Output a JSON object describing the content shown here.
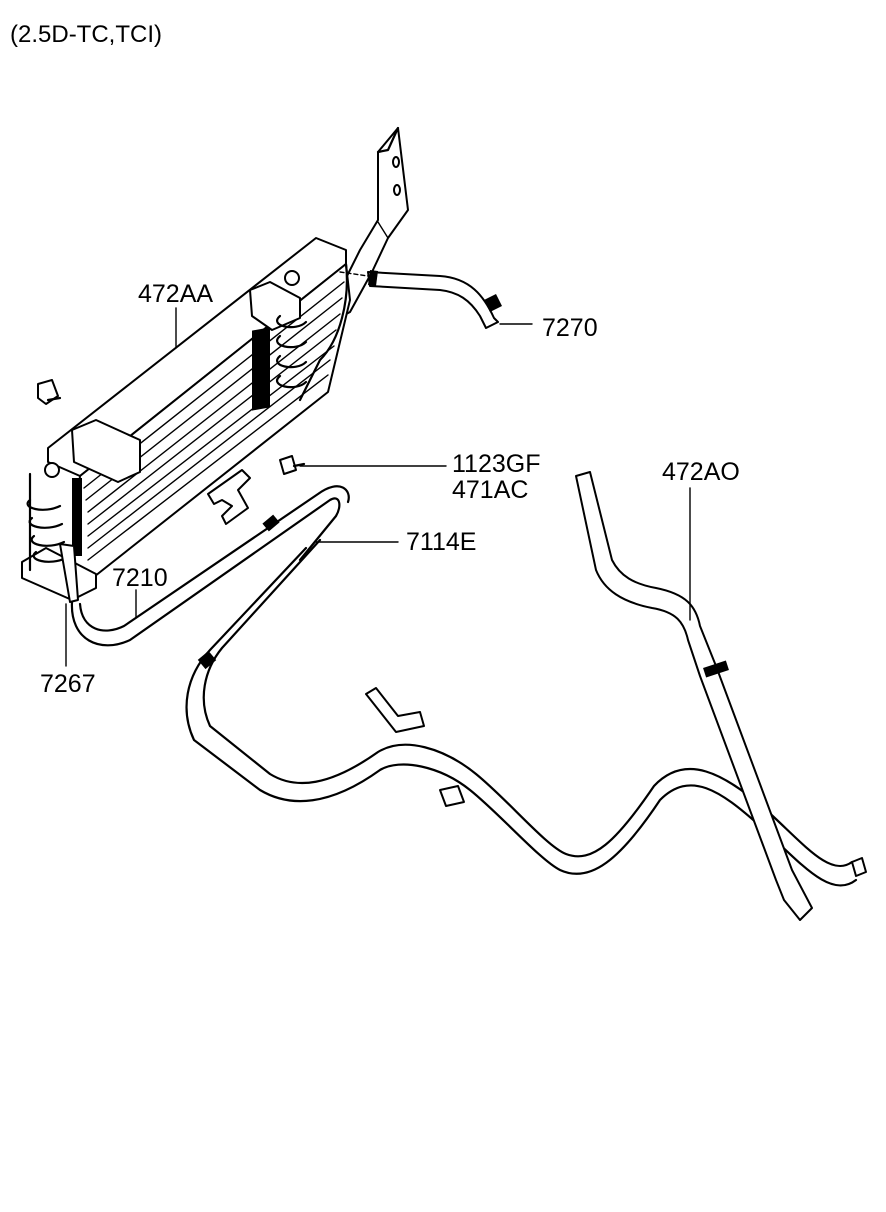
{
  "header": {
    "variant": "(2.5D-TC,TCI)"
  },
  "labels": {
    "cooler": "472AA",
    "hose_upper": "7270",
    "bolt": "1123GF",
    "clamp": "471AC",
    "pipe_long": "7114E",
    "pipe_feed": "7210",
    "hose_lower": "7267",
    "hose_assy": "472AO"
  }
}
